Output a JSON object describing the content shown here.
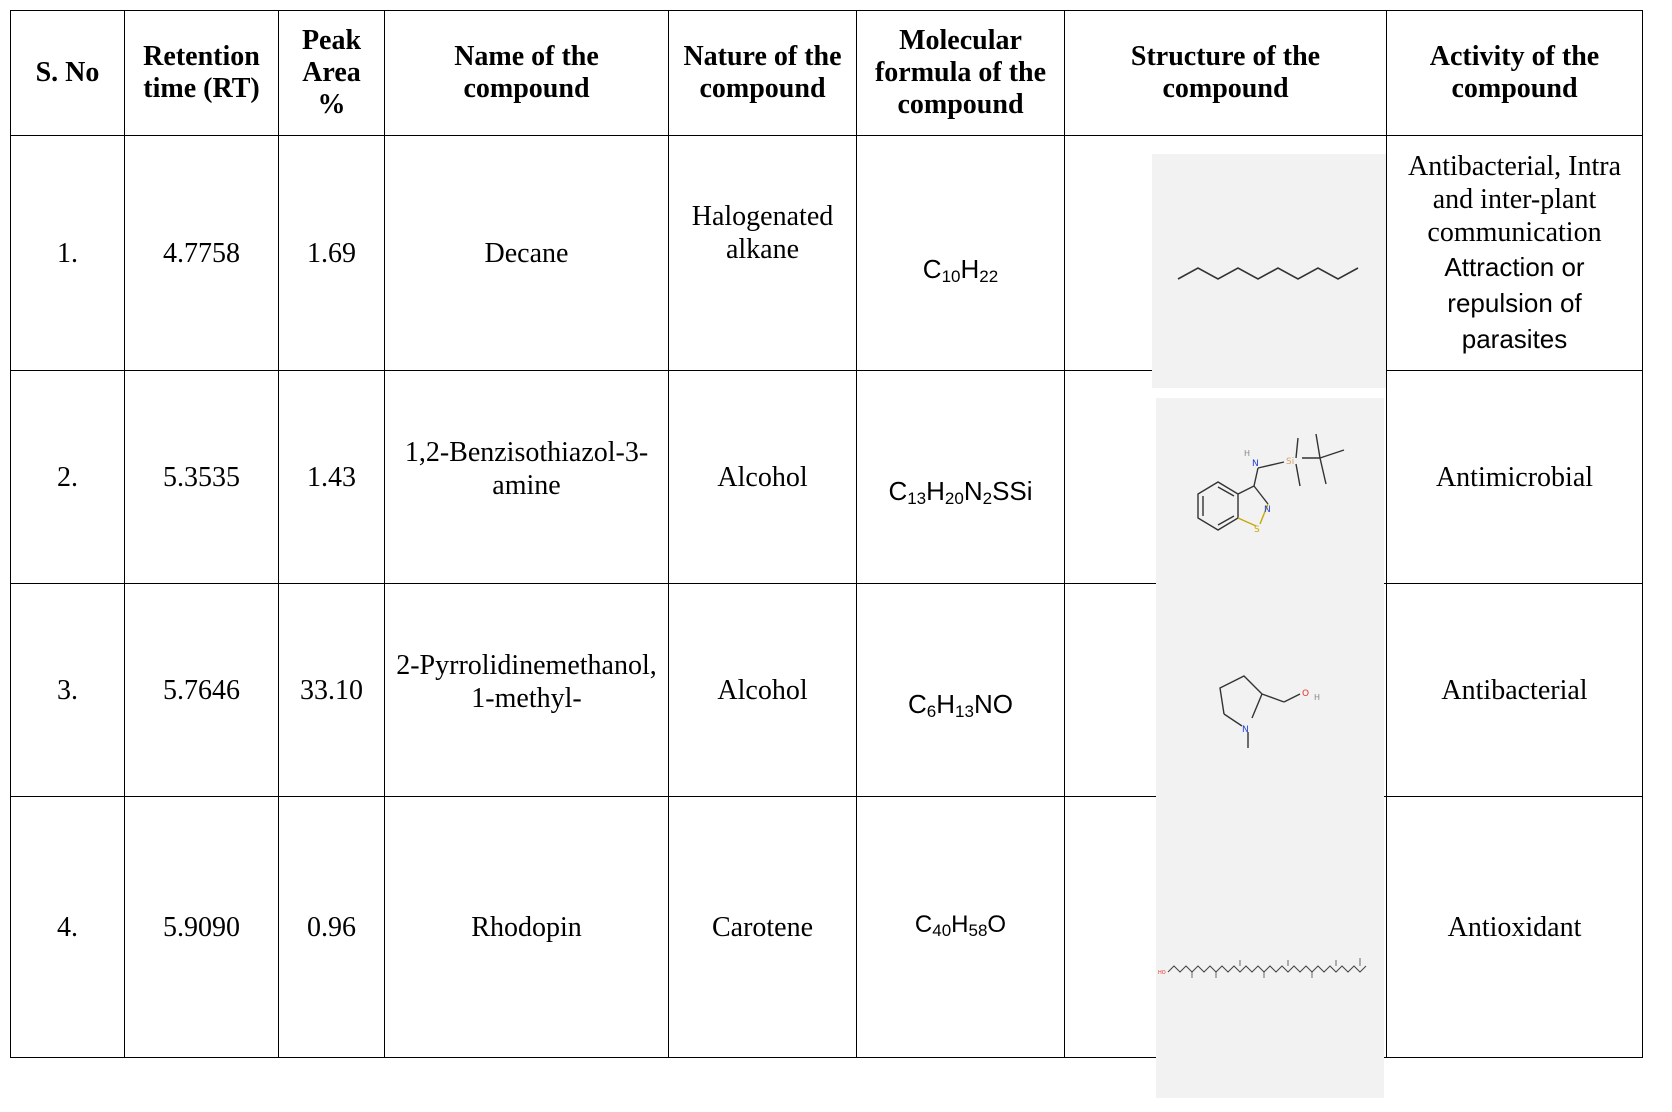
{
  "headers": {
    "sno": "S. No",
    "rt": "Retention time (RT)",
    "peak": "Peak Area %",
    "name": "Name of the compound",
    "nature": "Nature of the compound",
    "formula": "Molecular formula of the compound",
    "structure": "Structure of the compound",
    "activity": "Activity of the compound"
  },
  "rows": [
    {
      "sno": "1.",
      "rt": "4.7758",
      "peak": "1.69",
      "name": "Decane",
      "nature": "Halogenated alkane",
      "formula_parts": [
        "C",
        "10",
        "H",
        "22"
      ],
      "activity_lines": [
        "Antibacterial, Intra and inter-plant communication"
      ],
      "activity_extra": "Attraction or repulsion of parasites"
    },
    {
      "sno": "2.",
      "rt": "5.3535",
      "peak": "1.43",
      "name": "1,2-Benzisothiazol-3-amine",
      "nature": "Alcohol",
      "formula_parts": [
        "C",
        "13",
        "H",
        "20",
        "N",
        "2",
        "SSi"
      ],
      "activity": "Antimicrobial",
      "structure_atoms": {
        "h": "H",
        "n": "N",
        "si": "Si",
        "n2": "N",
        "s": "S"
      }
    },
    {
      "sno": "3.",
      "rt": "5.7646",
      "peak": "33.10",
      "name": "2-Pyrrolidinemethanol, 1-methyl-",
      "nature": "Alcohol",
      "formula_parts": [
        "C",
        "6",
        "H",
        "13",
        "NO"
      ],
      "activity": "Antibacterial",
      "structure_atoms": {
        "n": "N",
        "o": "O",
        "h": "H"
      }
    },
    {
      "sno": "4.",
      "rt": "5.9090",
      "peak": "0.96",
      "name": "Rhodopin",
      "nature": "Carotene",
      "formula_parts": [
        "C",
        "40",
        "H",
        "58",
        "O"
      ],
      "activity": "Antioxidant",
      "structure_atoms": {
        "ho": "HO"
      }
    }
  ],
  "colors": {
    "structure_bg": "#f2f2f2",
    "nitrogen": "#1f3fd6",
    "oxygen": "#e0342b",
    "sulfur": "#c8a800",
    "silicon": "#d4a36a"
  }
}
